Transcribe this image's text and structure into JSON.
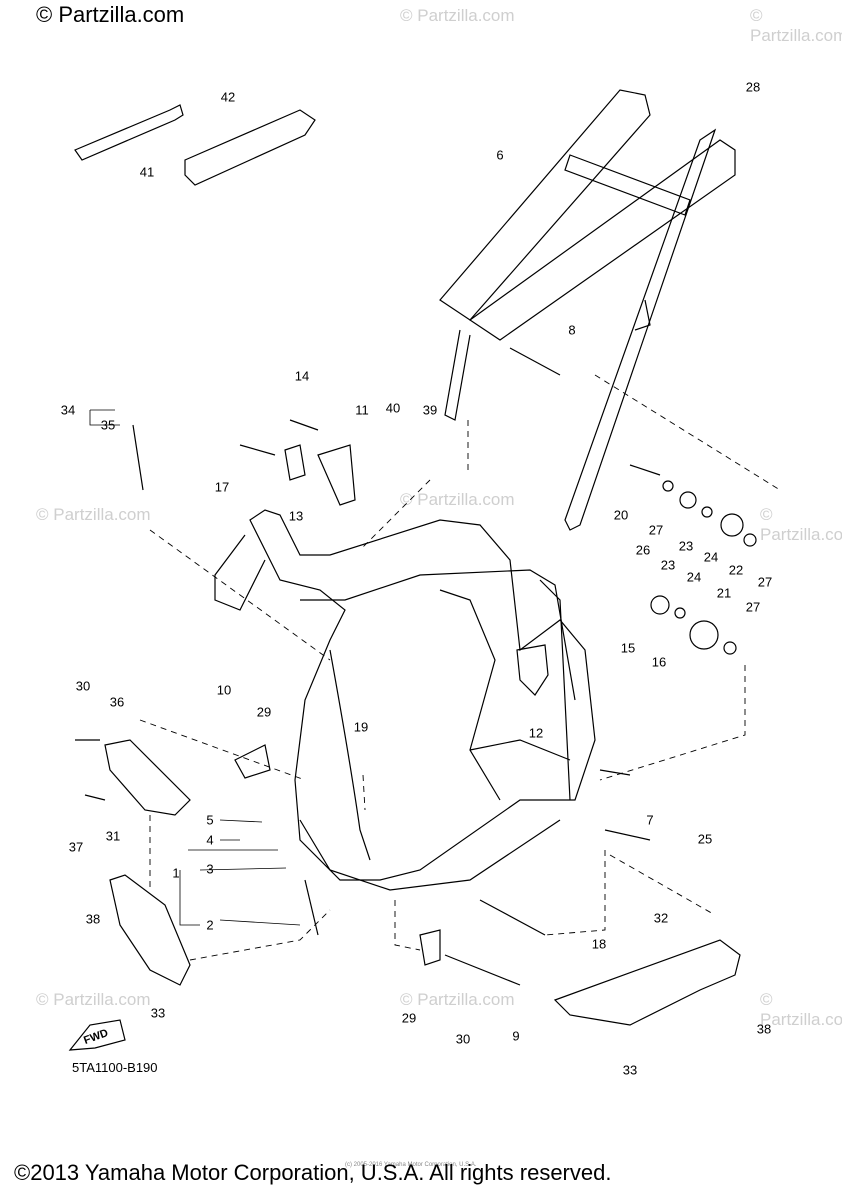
{
  "watermark": {
    "top_left": "© Partzilla.com",
    "repeat": "© Partzilla.com"
  },
  "diagram_code": "5TA1100-B190",
  "copyright": "©2013 Yamaha Motor Corporation, U.S.A. All rights reserved.",
  "fine_print": "(c) 2005-2016 Yamaha Motor Corporation, U.S.A.",
  "fwd_label": "FWD",
  "callouts": [
    "1",
    "2",
    "3",
    "4",
    "5",
    "6",
    "8",
    "9",
    "10",
    "11",
    "12",
    "13",
    "14",
    "15",
    "16",
    "17",
    "18",
    "19",
    "20",
    "21",
    "22",
    "23",
    "24",
    "25",
    "26",
    "27",
    "28",
    "29",
    "30",
    "31",
    "32",
    "33",
    "34",
    "35",
    "36",
    "37",
    "38",
    "39",
    "40",
    "41",
    "42",
    "7"
  ]
}
